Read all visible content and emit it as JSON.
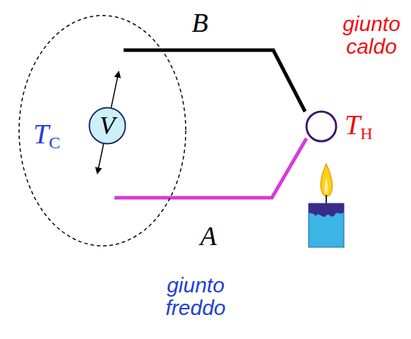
{
  "diagram": {
    "nodes": [
      {
        "text": [
          "TC"
        ]
      },
      {
        "text": [
          "V"
        ],
        "in": 0
      },
      {
        "text": [
          "TH"
        ]
      }
    ],
    "labels": [
      "B",
      "giunto caldo",
      "A",
      "giunto freddo"
    ]
  }
}
